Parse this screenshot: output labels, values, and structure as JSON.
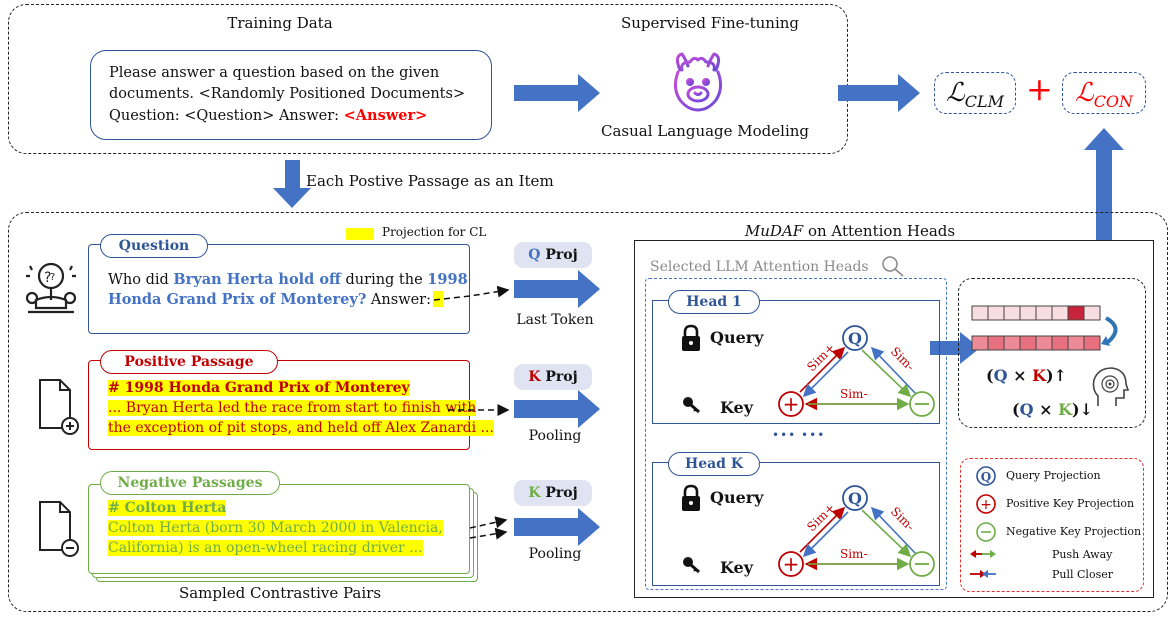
{
  "top": {
    "training_data_title": "Training Data",
    "sft_title": "Supervised Fine-tuning",
    "prompt_line1": "Please answer a question based on the given",
    "prompt_line2": "documents. <Randomly Positioned Documents>",
    "prompt_line3a": "Question: <Question> Answer: ",
    "prompt_answer": "<Answer>",
    "clm_label": "Casual Language Modeling",
    "loss_clm_main": "ℒ",
    "loss_clm_sub": "CLM",
    "plus": "+",
    "loss_con_main": "ℒ",
    "loss_con_sub": "CON"
  },
  "middle": {
    "each_positive": "Each Postive Passage as an Item"
  },
  "left": {
    "projection_legend": "Projection for CL",
    "question_tab": "Question",
    "q_text1a": "Who did ",
    "q_text1b": "Bryan Herta hold off",
    "q_text1c": " during the ",
    "q_text1d": "1998",
    "q_text2a": "Honda Grand Prix of Monterey?",
    "q_text2b": " Answer:",
    "positive_tab": "Positive Passage",
    "pos_title": "# 1998 Honda Grand Prix of Monterey",
    "pos_line1": "... Bryan Herta led the race from start to finish with",
    "pos_line2": "the exception of pit stops, and held off Alex Zanardi ...",
    "negative_tab": "Negative Passages",
    "neg_title": "# Colton Herta",
    "neg_line1": "Colton Herta (born 30 March 2000 in Valencia,",
    "neg_line2": "California) is an open-wheel racing driver ...",
    "q_proj_letter": "Q",
    "k_proj_letter": "K",
    "proj_word": " Proj",
    "last_token": "Last Token",
    "pooling1": "Pooling",
    "pooling2": "Pooling",
    "sampled_pairs": "Sampled Contrastive Pairs"
  },
  "right": {
    "title_italic": "MuDAF",
    "title_rest": " on Attention Heads",
    "selected_heads": "Selected LLM Attention Heads",
    "head1": "Head 1",
    "headk": "Head K",
    "query": "Query",
    "key": "Key",
    "ellipsis": "•••  •••",
    "sim_plus": "Sim+",
    "sim_minus": "Sim-",
    "q_letter": "Q",
    "k_letter": "K",
    "times": " × ",
    "up": "↑",
    "down": "↓",
    "legend": {
      "query_proj": "Query Projection",
      "pos_key_proj": "Positive Key Projection",
      "neg_key_proj": "Negative Key Projection",
      "push_away": "Push Away",
      "pull_closer": "Pull Closer"
    }
  },
  "colors": {
    "blue": "#2f5597",
    "red": "#c00000",
    "green": "#70ad47",
    "arrow_blue": "#4472c4",
    "yellow": "#ffff00",
    "proj_bg": "#dfe3f2"
  }
}
